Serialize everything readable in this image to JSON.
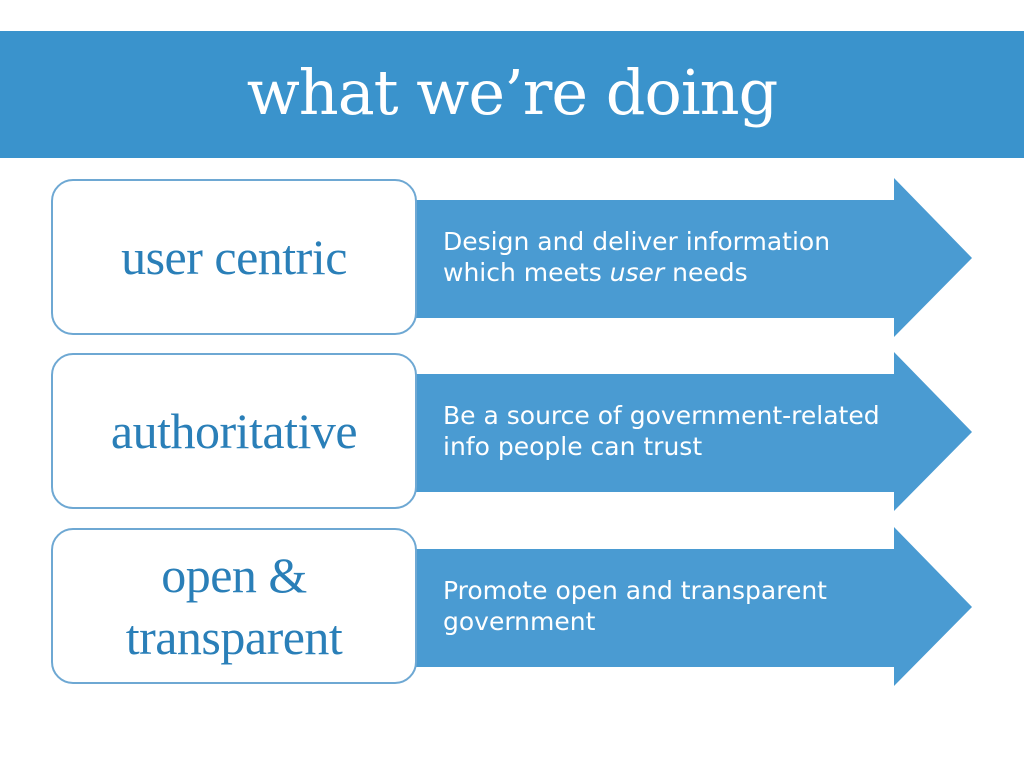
{
  "slide": {
    "title": "what we’re doing",
    "colors": {
      "title_bar": "#3a93cc",
      "arrow": "#4a9bd2",
      "box_border": "#6ea8d3",
      "box_text": "#2a7fb8"
    }
  },
  "rows": [
    {
      "label": "user centric",
      "desc_part1": "Design and deliver information which meets ",
      "desc_emph": "user",
      "desc_part2": " needs"
    },
    {
      "label": "authoritative",
      "desc": "Be a source of government-related info people can trust"
    },
    {
      "label_line1": "open &",
      "label_line2": "transparent",
      "desc": "Promote open and transparent government"
    }
  ]
}
